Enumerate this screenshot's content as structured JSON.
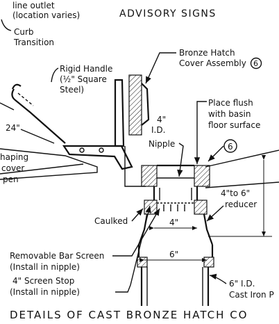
{
  "title_top": "ADVISORY SIGNS",
  "title_bottom": "DETAILS OF CAST BRONZE HATCH CO",
  "labels": {
    "line_outlet_1": "line outlet",
    "line_outlet_2": "(location varies)",
    "curb_1": "Curb",
    "curb_2": "Transition",
    "handle_1": "Rigid Handle",
    "handle_2": "(½\" Square",
    "handle_3": "Steel)",
    "hatch_1": "Bronze Hatch",
    "hatch_2": "Cover Assembly",
    "hatch_num": "6",
    "flush_1": "Place flush",
    "flush_2": "with basin",
    "flush_3": "floor surface",
    "nipple_1": "4\"",
    "nipple_2": "I.D.",
    "nipple_3": "Nipple",
    "callout6": "6",
    "dim24": "24\"",
    "shaping_1": "haping",
    "shaping_2": "cover",
    "shaping_3": "pen",
    "reducer_1": "4\"to 6\"",
    "reducer_2": "reducer",
    "caulked": "Caulked",
    "dim4": "4\"",
    "dim6": "6\"",
    "screen_1": "Removable Bar Screen",
    "screen_2": "(Install in nipple)",
    "stop_1": "4\" Screen Stop",
    "stop_2": "(Install in nipple)",
    "pipe_1": "6\" I.D.",
    "pipe_2": "Cast Iron P"
  }
}
